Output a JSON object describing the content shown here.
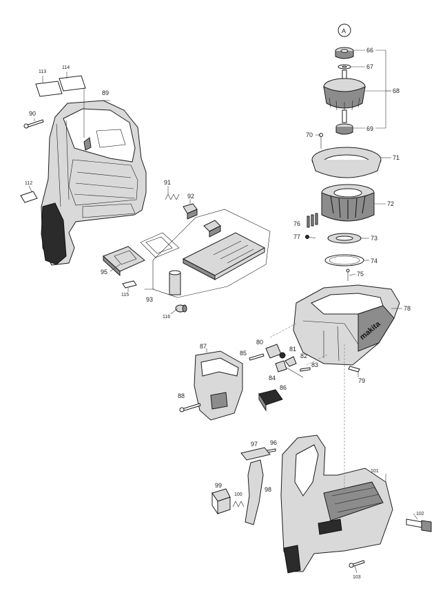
{
  "diagram": {
    "callout_letter": "A",
    "brand_text": "makita",
    "labels": {
      "p66": "66",
      "p67": "67",
      "p68": "68",
      "p69": "69",
      "p70": "70",
      "p71": "71",
      "p72": "72",
      "p73": "73",
      "p74": "74",
      "p75": "75",
      "p76": "76",
      "p77": "77",
      "p78": "78",
      "p79": "79",
      "p80": "80",
      "p81": "81",
      "p82": "82",
      "p83": "83",
      "p84": "84",
      "p85": "85",
      "p86": "86",
      "p87": "87",
      "p88": "88",
      "p89": "89",
      "p90": "90",
      "p91": "91",
      "p92": "92",
      "p93": "93",
      "p95": "95",
      "p96": "96",
      "p97": "97",
      "p98": "98",
      "p99": "99",
      "p100": "100",
      "p101": "101",
      "p102": "102",
      "p103": "103",
      "p112": "112",
      "p113": "113",
      "p114": "114",
      "p115": "115",
      "p116": "116"
    }
  }
}
